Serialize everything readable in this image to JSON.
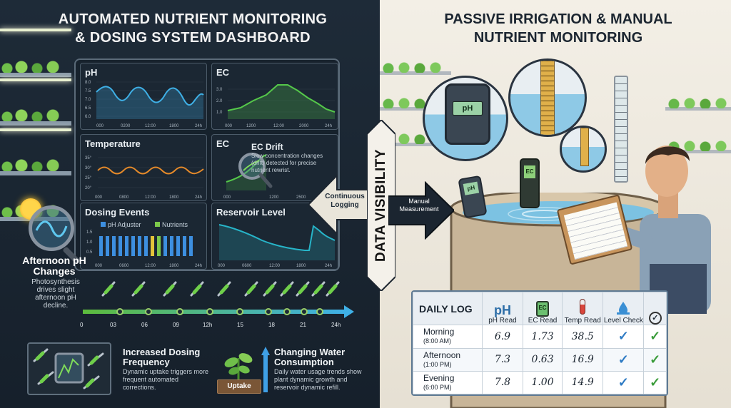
{
  "left": {
    "title_line1": "AUTOMATED NUTRIENT MONITORING",
    "title_line2": "& DOSING SYSTEM DASHBOARD",
    "panels": {
      "ph": {
        "title": "pH",
        "yticks": [
          "8.0",
          "7.5",
          "7.0",
          "6.5",
          "6.0"
        ],
        "xticks": [
          "000",
          "0200",
          "12:00",
          "1800",
          "24h"
        ]
      },
      "ec": {
        "title": "EC",
        "yticks": [
          "3.0",
          "2.0",
          "1.0"
        ],
        "xticks": [
          "000",
          "1200",
          "12:00",
          "2000",
          "24h"
        ]
      },
      "temp": {
        "title": "Temperature",
        "yticks": [
          "35°",
          "30°",
          "25°",
          "20°"
        ],
        "xticks": [
          "000",
          "0800",
          "12:00",
          "1800",
          "24h"
        ]
      },
      "ec_drift": {
        "title": "EC",
        "xticks": [
          "000",
          "1200",
          "2500"
        ]
      },
      "dosing": {
        "title": "Dosing Events",
        "legend_a": "pH Adjuster",
        "legend_b": "Nutrients",
        "yticks": [
          "1.5",
          "1.0",
          "0.5"
        ],
        "xticks": [
          "000",
          "0600",
          "12:00",
          "1800",
          "24h"
        ]
      },
      "reservoir": {
        "title": "Reservoir Level",
        "xticks": [
          "000",
          "0600",
          "12:00",
          "1800",
          "24h"
        ]
      }
    },
    "ec_drift_title": "EC Drift",
    "ec_drift_desc": "Slow concentration changes (drift) detected for precise nutrient rewrist.",
    "afternoon_title": "Afternoon pH Changes",
    "afternoon_desc": "Photosynthesis drives slight afternoon pH decline.",
    "timeline_ticks": [
      "0",
      "03",
      "06",
      "09",
      "12h",
      "15",
      "18",
      "21",
      "24h"
    ],
    "dosing_freq_title": "Increased Dosing Frequency",
    "dosing_freq_desc": "Dynamic uptake triggers more frequent automated corrections.",
    "uptake_label": "Uptake",
    "water_title": "Changing Water Consumption",
    "water_desc": "Daily water usage trends show plant dynamic growth and reservoir dynamic refill."
  },
  "middle": {
    "continuous_logging": "Continuous Logging",
    "data_visibility": "DATA VISIBILITY",
    "manual_measurement": "Manual Measurement"
  },
  "right": {
    "title_line1": "PASSIVE IRRIGATION & MANUAL",
    "title_line2": "NUTRIENT MONITORING",
    "meter_ph": "pH",
    "meter_ec": "EC",
    "daily_log": {
      "title": "DAILY LOG",
      "headers": {
        "ph_big": "pH",
        "ph": "pH Read",
        "ec": "EC Read",
        "temp": "Temp Read",
        "level": "Level Check"
      },
      "ec_icon": "EC",
      "rows": [
        {
          "label": "Morning",
          "time": "(8:00 AM)",
          "ph": "6.9",
          "ec": "1.73",
          "temp": "38.5",
          "level": "✓",
          "check": "✓"
        },
        {
          "label": "Afternoon",
          "time": "(1:00 PM)",
          "ph": "7.3",
          "ec": "0.63",
          "temp": "16.9",
          "level": "✓",
          "check": "✓"
        },
        {
          "label": "Evening",
          "time": "(6:00 PM)",
          "ph": "7.8",
          "ec": "1.00",
          "temp": "14.9",
          "level": "✓",
          "check": "✓"
        }
      ]
    }
  },
  "colors": {
    "left_bg": "#1e2b38",
    "right_bg": "#f3efe6",
    "ph_line": "#3fb0e6",
    "ec_line": "#55c84a",
    "temp_line": "#e58a2a",
    "reservoir_line": "#27b5c9",
    "ph_bar": "#3d8fe0",
    "nutrient_bar": "#7cc94a"
  }
}
